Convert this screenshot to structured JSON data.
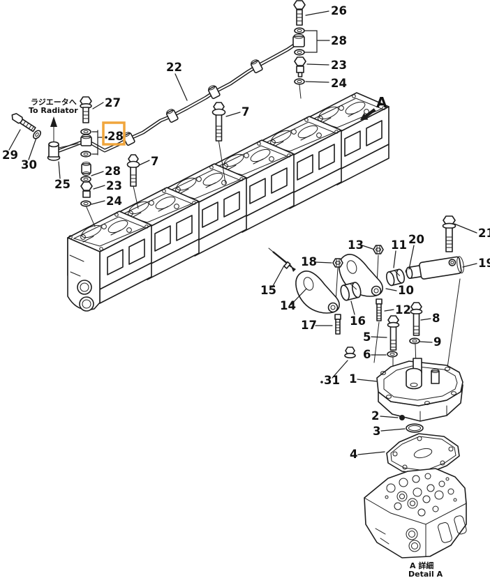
{
  "figure": {
    "background": "#ffffff",
    "ink": "#1c1c1c",
    "highlight": {
      "label": "28",
      "box_color": "#f0a53c"
    }
  },
  "notes": {
    "radiator_jp": "ラジエータへ",
    "radiator_en": "To  Radiator",
    "view_label": "A",
    "detail_jp": "A 詳細",
    "detail_en": "Detail A"
  },
  "callouts": {
    "c26": "26",
    "c28_top": "28",
    "c23_top": "23",
    "c24_top": "24",
    "c22": "22",
    "c27": "27",
    "c28_hl": "28",
    "c29": "29",
    "c30": "30",
    "c25": "25",
    "c28_l": "28",
    "c23_l": "23",
    "c24_l": "24",
    "c7_a": "7",
    "c7_b": "7",
    "c21": "21",
    "c19": "19",
    "c20": "20",
    "c11": "11",
    "c13": "13",
    "c18": "18",
    "c15": "15",
    "c14": "14",
    "c10": "10",
    "c12": "12",
    "c8": "8",
    "c16": "16",
    "c17": "17",
    "c5": "5",
    "c9": "9",
    "c6": "6",
    "c31": "31",
    "c1": "1",
    "c2": "2",
    "c3": "3",
    "c4": "4"
  }
}
